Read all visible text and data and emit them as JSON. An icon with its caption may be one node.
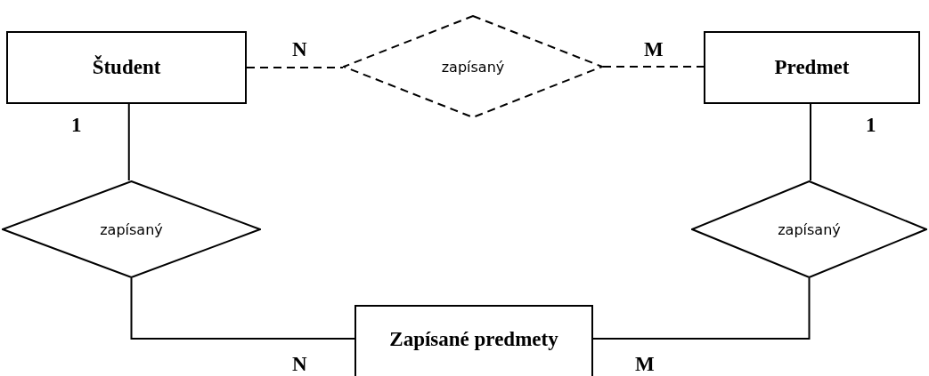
{
  "diagram": {
    "nodes": [
      {
        "text": [
          "Študent"
        ]
      },
      {
        "text": [
          "zapísaný"
        ]
      },
      {
        "text": [
          "Predmet"
        ]
      },
      {
        "text": [
          "zapísaný"
        ]
      },
      {
        "text": [
          "zapísaný"
        ]
      },
      {
        "text": [
          "Zapísané predmety"
        ]
      }
    ],
    "edges": [
      {
        "from": 0,
        "to": 1,
        "arrow": "none",
        "style": "dashed"
      },
      {
        "from": 1,
        "to": 2,
        "arrow": "none",
        "style": "dashed"
      },
      {
        "from": 0,
        "to": 3,
        "arrow": "none"
      },
      {
        "from": 2,
        "to": 4,
        "arrow": "none"
      },
      {
        "from": 3,
        "to": 5,
        "arrow": "none"
      },
      {
        "from": 4,
        "to": 5,
        "arrow": "none"
      }
    ],
    "labels": [
      "N",
      "M",
      "1",
      "1",
      "N",
      "M"
    ]
  }
}
